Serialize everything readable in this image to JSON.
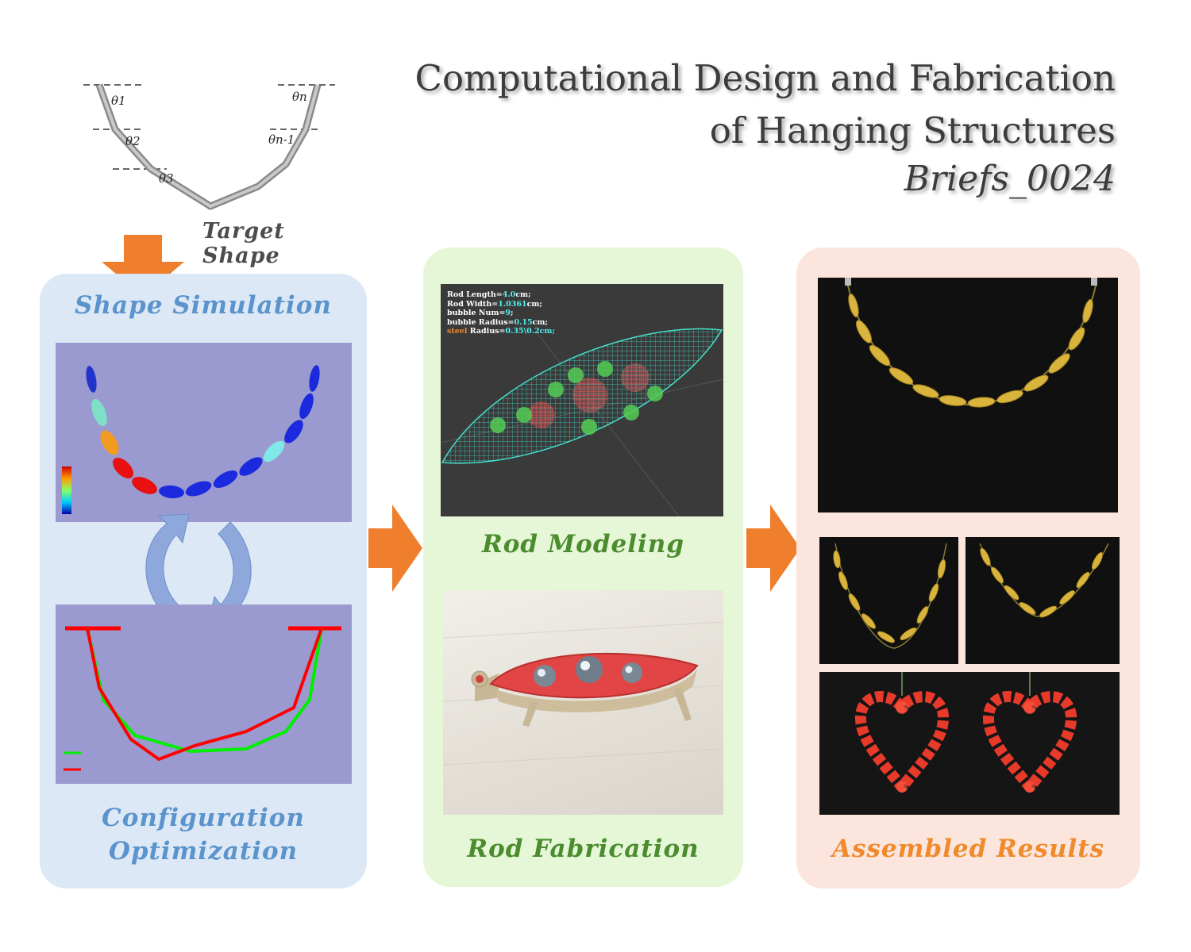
{
  "title": {
    "line1": "Computational Design and Fabrication",
    "line2": "of Hanging Structures",
    "line3": "Briefs_0024"
  },
  "target_shape": {
    "label": "Target Shape",
    "angles": [
      "θ1",
      "θ2",
      "θ3",
      "θn",
      "θn-1"
    ]
  },
  "left_panel": {
    "label_top": "Shape Simulation",
    "label_bottom_1": "Configuration",
    "label_bottom_2": "Optimization"
  },
  "middle_panel": {
    "label_top": "Rod Modeling",
    "label_bottom": "Rod Fabrication",
    "params": [
      {
        "key": "Rod Length=",
        "val": "4.0",
        "unit": "cm;"
      },
      {
        "key": "Rod Width=",
        "val": "1.0361",
        "unit": "cm;"
      },
      {
        "key": "bubble Num=",
        "val": "9",
        "unit": ";"
      },
      {
        "key": "bubble Radius=",
        "val": "0.15",
        "unit": "cm;"
      },
      {
        "key": "steel",
        "val": " Radius=",
        "unit": "0.35\\0.2cm;"
      }
    ]
  },
  "right_panel": {
    "label": "Assembled Results"
  },
  "colors": {
    "blue_panel": "#dce8f5",
    "green_panel": "#e6f7d8",
    "pink_panel": "#fbe5dc",
    "arrow": "#ef7f2c",
    "label_blue": "#5b93cc",
    "label_green": "#4b8c2e",
    "label_orange": "#f08a2c"
  },
  "icons": [
    "down-arrow-icon",
    "right-arrow-icon",
    "cycle-arrows-icon"
  ]
}
